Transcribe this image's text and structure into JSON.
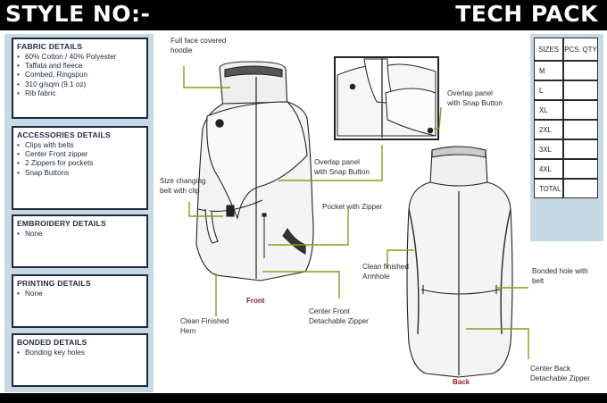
{
  "header": {
    "style_no": "STYLE NO:-",
    "tech_pack": "TECH PACK"
  },
  "details": {
    "fabric": {
      "title": "FABRIC DETAILS",
      "items": [
        "60% Cotton / 40% Polyester",
        "Taffata and fleece",
        "Combed, Ringspun",
        "310 g/sqm (9.1 oz)",
        "Rib fabric"
      ]
    },
    "accessories": {
      "title": "ACCESSORIES DETAILS",
      "items": [
        "Clips with belts",
        "Center Front zipper",
        "2 Zippers for pockets",
        "Snap Buttons"
      ]
    },
    "embroidery": {
      "title": "EMBROIDERY DETAILS",
      "items": [
        "None"
      ]
    },
    "printing": {
      "title": "PRINTING DETAILS",
      "items": [
        "None"
      ]
    },
    "bonded": {
      "title": "BONDED DETAILS",
      "items": [
        "Bonding key holes"
      ]
    }
  },
  "sizes": {
    "header_size": "SIZES",
    "header_qty": "PCS. QTY",
    "rows": [
      "M",
      "L",
      "XL",
      "2XL",
      "3XL",
      "4XL",
      "TOTAL"
    ]
  },
  "callouts": {
    "full_face_hoodie": "Full face covered\nhoodie",
    "overlap_snap_top": "Overlap panel\nwith Snap Button",
    "overlap_snap_mid": "Overlap panel\nwith Snap Button",
    "size_belt_clip": "Size changing\nbelt with clip",
    "pocket_zipper": "Pocket with Zipper",
    "clean_armhole": "Clean finished\nArmhole",
    "bonded_hole_belt": "Bonded hole with\nbelt",
    "clean_hem": "Clean Finished\nHem",
    "center_front_zip": "Center Front\nDetachable Zipper",
    "center_back_zip": "Center Back\nDetachable Zipper"
  },
  "views": {
    "front": "Front",
    "back": "Back"
  },
  "colors": {
    "callout_line": "#8c9a1f",
    "panel_bg": "#c8d9e6",
    "box_border": "#1f2940"
  }
}
